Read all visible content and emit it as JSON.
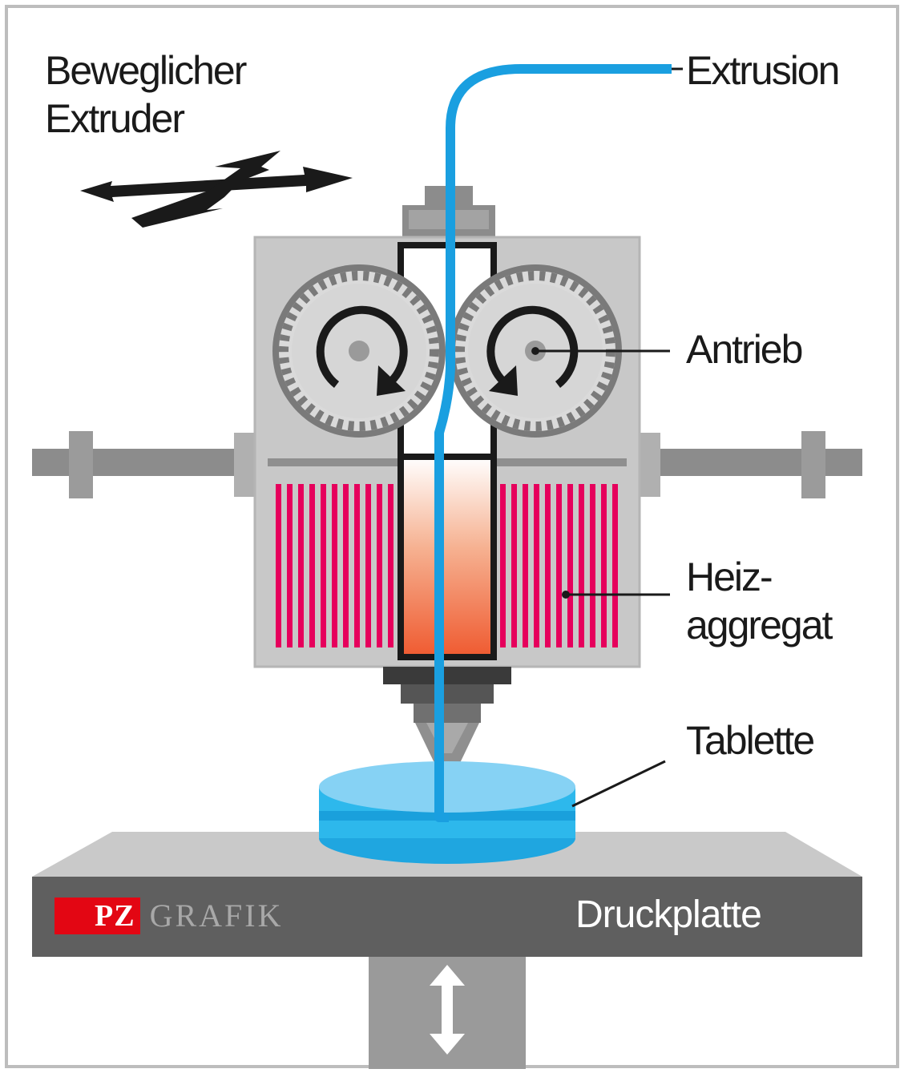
{
  "labels": {
    "moving_extruder": [
      "Beweglicher",
      "Extruder"
    ],
    "extrusion": "Extrusion",
    "drive": "Antrieb",
    "heater": [
      "Heiz-",
      "aggregat"
    ],
    "tablet": "Tablette",
    "build_plate": "Druckplatte"
  },
  "logo": {
    "brand": "PZ",
    "word": "GRAFIK"
  },
  "colors": {
    "filament": "#1a9fe0",
    "tablet_top": "#86d2f4",
    "tablet_side": "#2db8ec",
    "heater": "#e6005c",
    "housing": "#c8c8c8",
    "gear": "#d6d6d6",
    "plate": "#5f5f5f",
    "logo_red": "#e30613"
  }
}
